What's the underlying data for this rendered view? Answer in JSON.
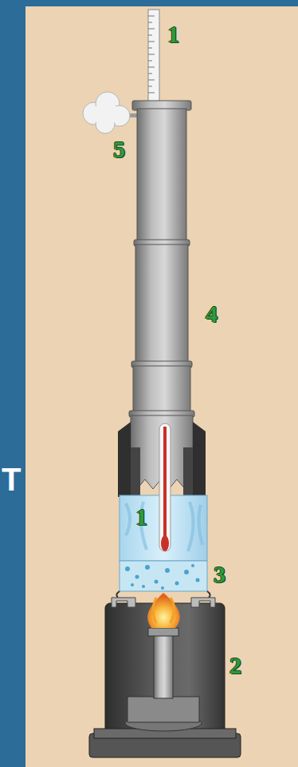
{
  "diagram": {
    "labels": [
      "1",
      "5",
      "4",
      "T",
      "1",
      "3",
      "2"
    ]
  }
}
